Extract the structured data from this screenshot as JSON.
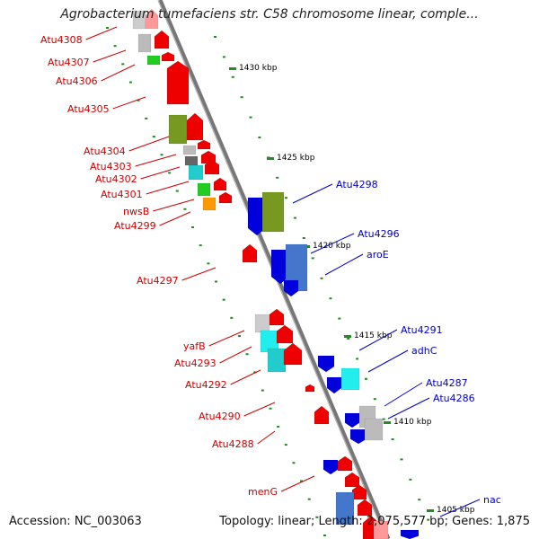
{
  "title": "Agrobacterium tumefaciens str. C58 chromosome linear, comple...",
  "footer": {
    "accession": "Accession: NC_003063",
    "summary": "Topology: linear; Length: 2,075,577 bp; Genes: 1,875"
  },
  "colors": {
    "left_label": "#cc0000",
    "right_label": "#0000cc",
    "backbone": "#888888",
    "tick": "#228b22"
  },
  "scale_ticks": [
    "1430 kbp",
    "1425 kbp",
    "1420 kbp",
    "1415 kbp",
    "1410 kbp",
    "1405 kbp"
  ],
  "left_labels": [
    "Atu4308",
    "Atu4307",
    "Atu4306",
    "Atu4305",
    "Atu4304",
    "Atu4303",
    "Atu4302",
    "Atu4301",
    "nwsB",
    "Atu4299",
    "Atu4297",
    "yafB",
    "Atu4293",
    "Atu4292",
    "Atu4290",
    "Atu4288",
    "menG"
  ],
  "right_labels": [
    "Atu4298",
    "Atu4296",
    "aroE",
    "Atu4291",
    "adhC",
    "Atu4287",
    "Atu4286",
    "nac"
  ]
}
